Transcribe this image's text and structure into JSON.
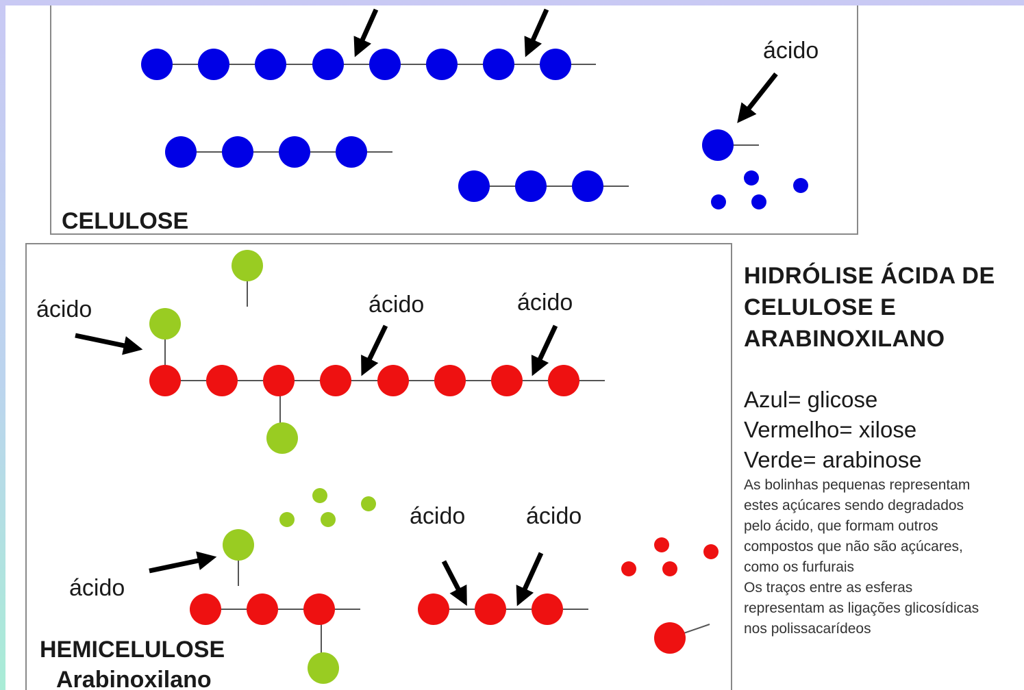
{
  "labels": {
    "acid": "ácido",
    "cellulose": "CELULOSE",
    "hemicellulose": "HEMICELULOSE",
    "arabinoxylan": "Arabinoxilano"
  },
  "legend": {
    "title_lines": [
      "HIDRÓLISE ÁCIDA DE",
      "CELULOSE E",
      "ARABINOXILANO"
    ],
    "keys": [
      "Azul= glicose",
      "Vermelho= xilose",
      "Verde= arabinose"
    ],
    "notes": [
      "As bolinhas pequenas representam",
      "estes açúcares sendo degradados",
      "pelo ácido, que formam outros",
      "compostos que não são açúcares,",
      "como os furfurais",
      "Os traços entre as esferas",
      "representam as ligações glicosídicas",
      "nos polissacarídeos"
    ]
  },
  "colors": {
    "glucose": "#0000e6",
    "xylose": "#ee1111",
    "arabinose": "#99cc22",
    "arrow": "#000000",
    "bond": "#555555"
  }
}
